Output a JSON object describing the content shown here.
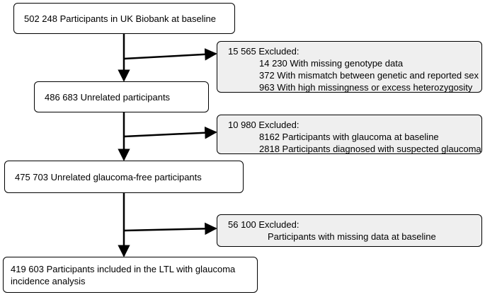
{
  "flow": {
    "step1": "502 248 Participants in UK Biobank at baseline",
    "excl1": {
      "title": "15 565 Excluded:",
      "items": [
        "14 230 With missing genotype data",
        "372 With mismatch between genetic and reported sex",
        "963 With high missingness or excess heterozygosity"
      ]
    },
    "step2": "486 683 Unrelated participants",
    "excl2": {
      "title": "10 980 Excluded:",
      "items": [
        "8162 Participants with glaucoma at baseline",
        "2818 Participants diagnosed with suspected glaucoma"
      ]
    },
    "step3": "475 703 Unrelated glaucoma-free participants",
    "excl3": {
      "title": "56 100 Excluded:",
      "items": [
        "Participants with missing data at baseline"
      ]
    },
    "step4": {
      "line1": "419 603 Participants included in the LTL with glaucoma",
      "line2": "incidence analysis"
    }
  }
}
